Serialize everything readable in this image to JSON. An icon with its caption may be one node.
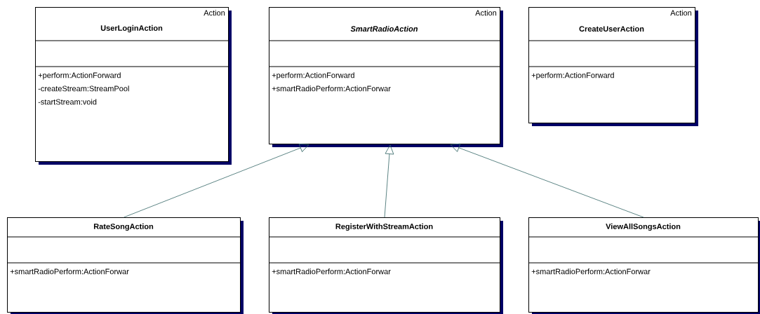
{
  "diagram": {
    "nodes": [
      {
        "text": [
          "Action",
          "UserLoginAction",
          "+perform:ActionForward",
          "-createStream:StreamPool",
          "-startStream:void"
        ]
      },
      {
        "text": [
          "Action",
          "SmartRadioAction",
          "+perform:ActionForward",
          "+smartRadioPerform:ActionForwar"
        ]
      },
      {
        "text": [
          "Action",
          "CreateUserAction",
          "+perform:ActionForward"
        ]
      },
      {
        "text": [
          "RateSongAction",
          "+smartRadioPerform:ActionForwar"
        ]
      },
      {
        "text": [
          "RegisterWithStreamAction",
          "+smartRadioPerform:ActionForwar"
        ]
      },
      {
        "text": [
          "ViewAllSongsAction",
          "+smartRadioPerform:ActionForwar"
        ]
      }
    ],
    "edges": [
      {
        "from": 3,
        "to": 1,
        "arrow": "to"
      },
      {
        "from": 4,
        "to": 1,
        "arrow": "to"
      },
      {
        "from": 5,
        "to": 1,
        "arrow": "to"
      }
    ]
  }
}
